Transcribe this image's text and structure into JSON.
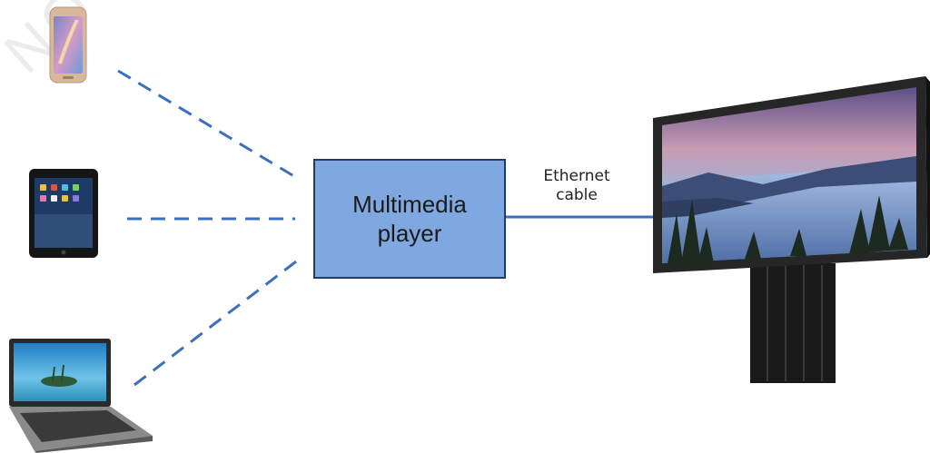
{
  "watermark": "NOVA",
  "player": {
    "line1": "Multimedia",
    "line2": "player"
  },
  "cable": {
    "line1": "Ethernet",
    "line2": "cable"
  },
  "devices": [
    {
      "name": "smartphone"
    },
    {
      "name": "tablet"
    },
    {
      "name": "laptop"
    }
  ],
  "display": {
    "name": "outdoor LED billboard"
  },
  "colors": {
    "line": "#3c6fc0",
    "box_fill": "#7fa8e0",
    "box_border": "#223a66"
  }
}
